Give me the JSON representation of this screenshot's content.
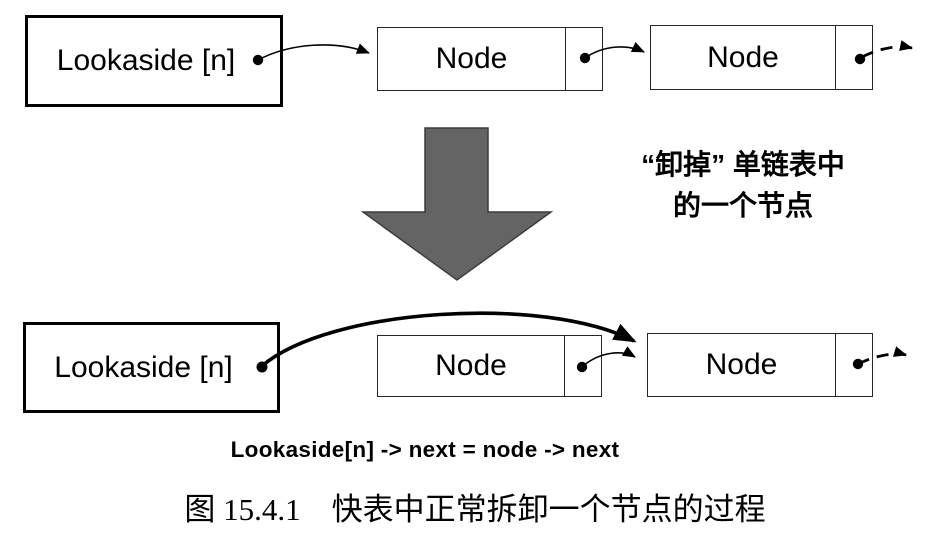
{
  "figure": {
    "top_row": {
      "lookaside_label": "Lookaside [n]",
      "node1_label": "Node",
      "node2_label": "Node"
    },
    "bottom_row": {
      "lookaside_label": "Lookaside [n]",
      "node1_label": "Node",
      "node2_label": "Node"
    },
    "annotation": {
      "line1": "“卸掉” 单链表中",
      "line2": "的一个节点"
    },
    "formula": "Lookaside[n] -> next = node -> next",
    "caption": "图 15.4.1　快表中正常拆卸一个节点的过程",
    "colors": {
      "big_arrow_fill": "#646464",
      "big_arrow_outline": "#3d3d3d",
      "diagram_ink": "#000000",
      "background": "#ffffff"
    }
  }
}
